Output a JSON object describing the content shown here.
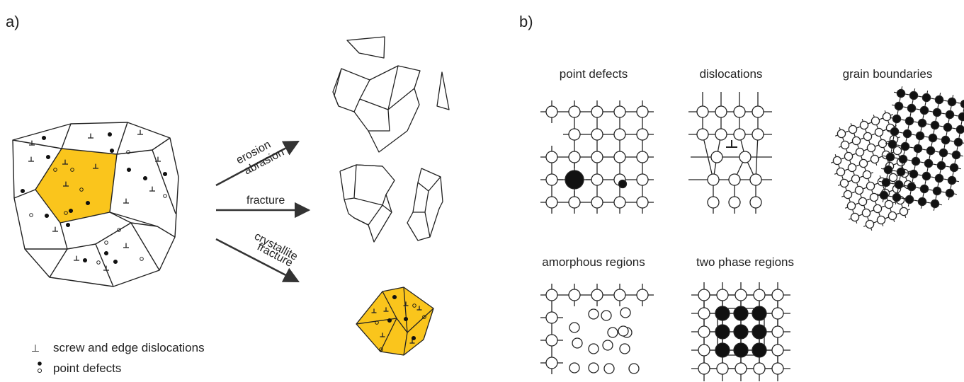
{
  "panel_a": {
    "label": "a)",
    "arrows": {
      "top": [
        "erosion",
        "abrasion"
      ],
      "middle": "fracture",
      "bottom": [
        "crystallite",
        "fracture"
      ]
    },
    "legend": {
      "dislocation_symbol": "⊥",
      "dislocation_text": "screw and edge dislocations",
      "defect_text": "point defects"
    }
  },
  "panel_b": {
    "label": "b)",
    "titles": {
      "point_defects": "point defects",
      "dislocations": "dislocations",
      "grain_boundaries": "grain boundaries",
      "amorphous": "amorphous regions",
      "two_phase": "two phase regions"
    }
  },
  "colors": {
    "grain_fill": "#FAC51C",
    "line": "#222222",
    "arrow": "#333333"
  }
}
